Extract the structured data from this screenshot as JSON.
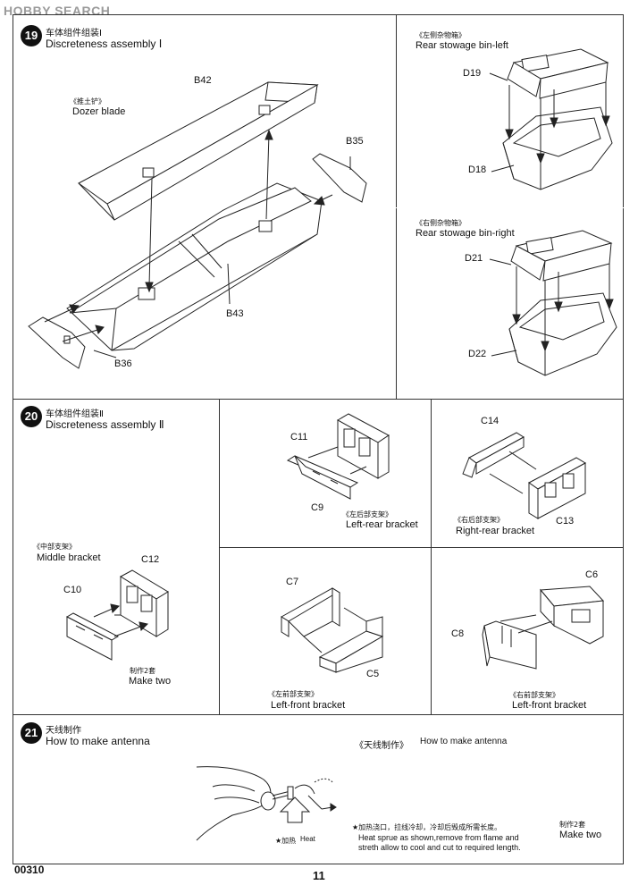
{
  "watermark": "HOBBY SEARCH",
  "step19": {
    "number": "19",
    "title_cn": "车体组件组装Ⅰ",
    "title_en": "Discreteness assembly Ⅰ",
    "dozer_cn": "《推土铲》",
    "dozer_en": "Dozer blade",
    "parts": {
      "b42": "B42",
      "b35": "B35",
      "b43": "B43",
      "b36": "B36"
    }
  },
  "rear_left": {
    "label_cn": "《左侧杂物箱》",
    "label_en": "Rear stowage bin-left",
    "part_top": "D19",
    "part_bottom": "D18"
  },
  "rear_right": {
    "label_cn": "《右侧杂物箱》",
    "label_en": "Rear stowage bin-right",
    "part_top": "D21",
    "part_bottom": "D22"
  },
  "step20": {
    "number": "20",
    "title_cn": "车体组件组装Ⅱ",
    "title_en": "Discreteness assembly Ⅱ"
  },
  "middle_bracket": {
    "label_cn": "《中部支架》",
    "label_en": "Middle bracket",
    "part_a": "C12",
    "part_b": "C10",
    "make_cn": "制作2套",
    "make_en": "Make two"
  },
  "left_rear_bracket": {
    "label_cn": "《左后部支架》",
    "label_en": "Left-rear bracket",
    "part_a": "C11",
    "part_b": "C9"
  },
  "right_rear_bracket": {
    "label_cn": "《右后部支架》",
    "label_en": "Right-rear bracket",
    "part_a": "C14",
    "part_b": "C13"
  },
  "left_front_bracket": {
    "label_cn": "《左前部支架》",
    "label_en": "Left-front bracket",
    "part_a": "C7",
    "part_b": "C5"
  },
  "right_front_bracket": {
    "label_cn": "《右前部支架》",
    "label_en": "Left-front bracket",
    "part_a": "C6",
    "part_b": "C8"
  },
  "step21": {
    "number": "21",
    "title_cn": "天线制作",
    "title_en": "How to make antenna",
    "sub_cn": "《天线制作》",
    "sub_en": "How to make antenna",
    "heat_cn": "★加热",
    "heat_en": "Heat",
    "note_cn": "★加热浇口，拉线冷却，冷却后毁成所需长度。",
    "note_en1": "Heat sprue as shown,remove from flame and",
    "note_en2": "streth allow to cool and cut to required length.",
    "make_cn": "制作2套",
    "make_en": "Make two"
  },
  "footer": {
    "code": "00310",
    "page": "11"
  }
}
